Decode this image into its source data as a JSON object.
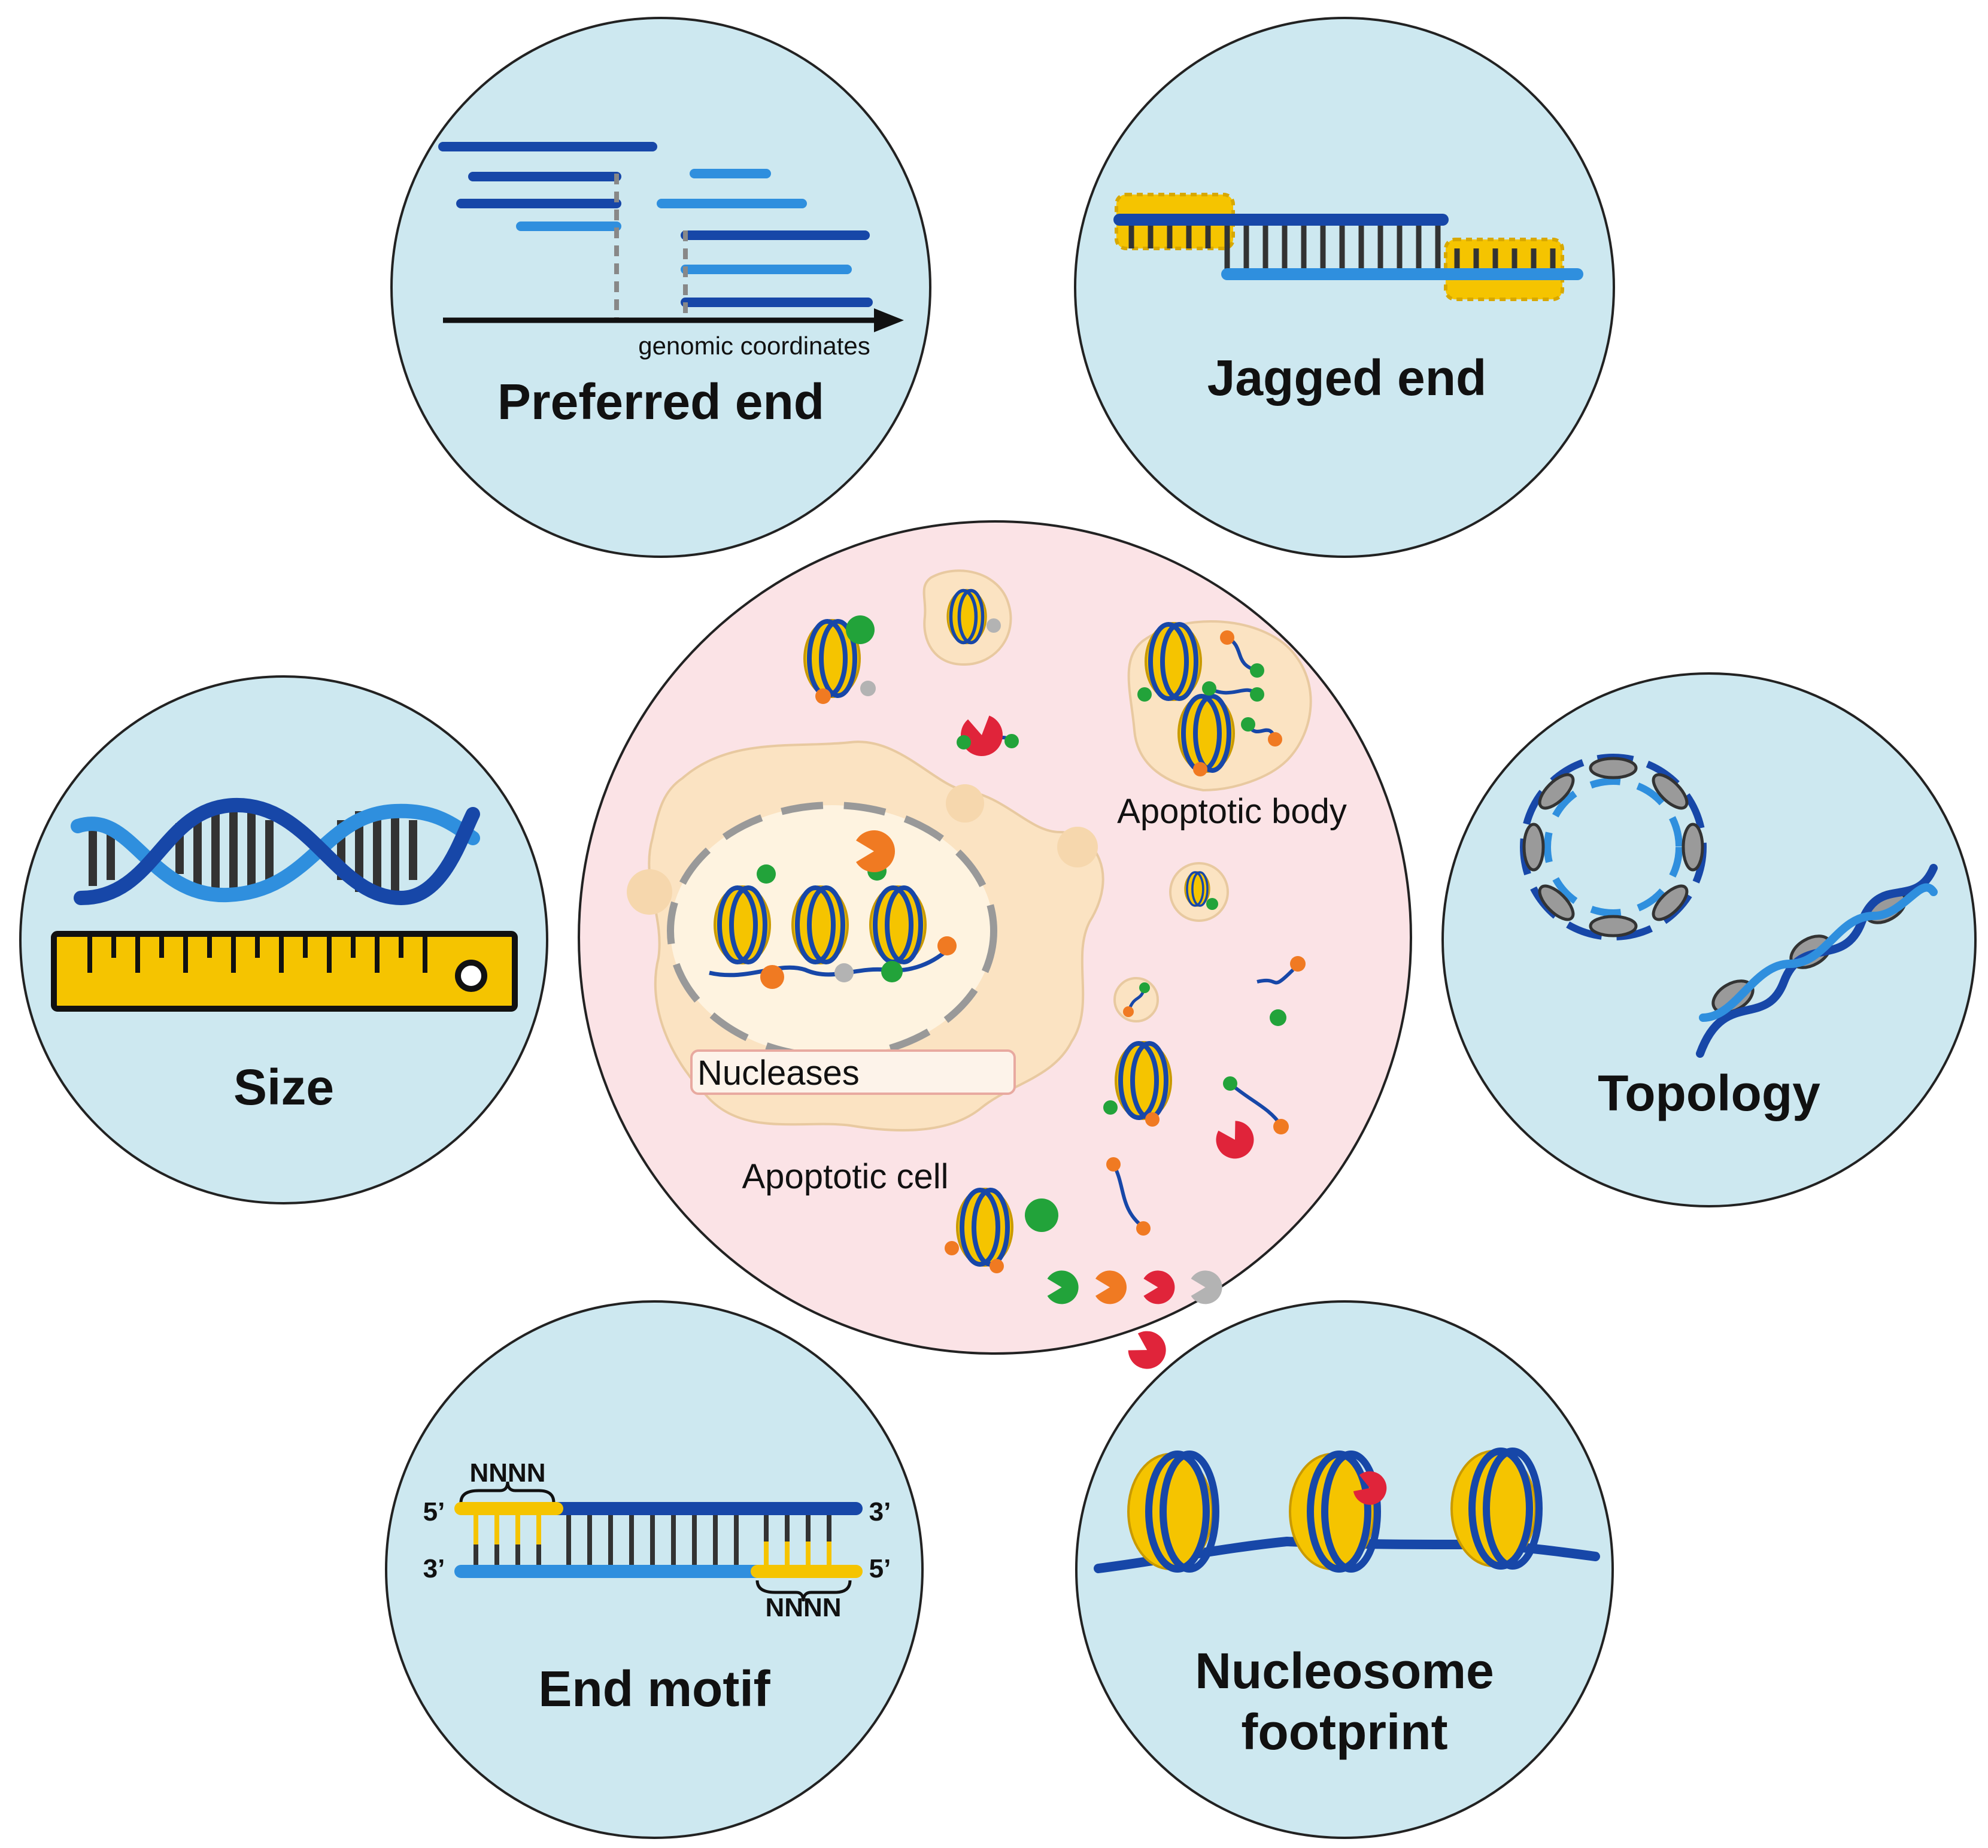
{
  "panels": {
    "preferred_end": {
      "title": "Preferred end",
      "axis_label": "genomic coordinates"
    },
    "jagged_end": {
      "title": "Jagged end"
    },
    "size": {
      "title": "Size"
    },
    "topology": {
      "title": "Topology"
    },
    "end_motif": {
      "title": "End motif",
      "motif_top": "NNNN",
      "motif_bottom": "NNNN",
      "five_prime": "5’",
      "three_prime": "3’"
    },
    "nucleosome_footprint": {
      "title_line1": "Nucleosome",
      "title_line2": "footprint"
    }
  },
  "center": {
    "apoptotic_body": "Apoptotic body",
    "apoptotic_cell": "Apoptotic cell",
    "nucleases": "Nucleases"
  },
  "colors": {
    "circle_fill": "#cde8f0",
    "center_fill": "#fbe3e6",
    "dark_blue": "#1747a8",
    "light_blue": "#2f8fde",
    "yellow": "#f5c400",
    "green": "#22a33a",
    "orange": "#f07a22",
    "red": "#e0243a",
    "gray": "#b3b3b3",
    "cell_fill": "#fbe3c2"
  }
}
